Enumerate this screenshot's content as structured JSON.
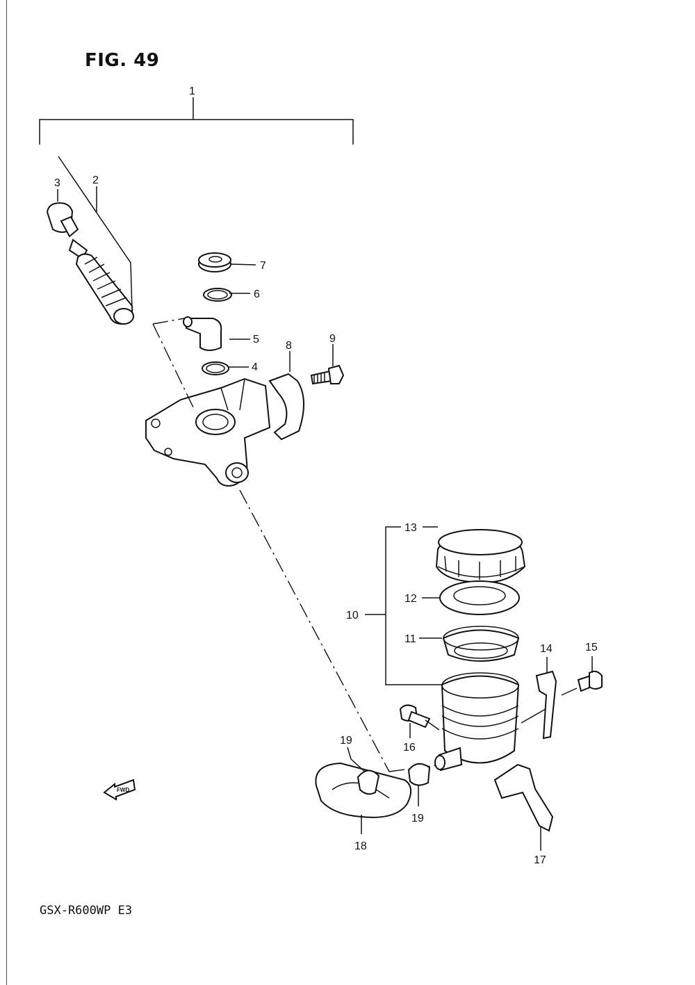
{
  "figure": {
    "title": "FIG. 49",
    "model_code": "GSX-R600WP E3",
    "fwd_label": "FWD"
  },
  "callouts": [
    {
      "id": "1",
      "text": "1"
    },
    {
      "id": "2",
      "text": "2"
    },
    {
      "id": "3",
      "text": "3"
    },
    {
      "id": "4",
      "text": "4"
    },
    {
      "id": "5",
      "text": "5"
    },
    {
      "id": "6",
      "text": "6"
    },
    {
      "id": "7",
      "text": "7"
    },
    {
      "id": "8",
      "text": "8"
    },
    {
      "id": "9",
      "text": "9"
    },
    {
      "id": "10",
      "text": "10"
    },
    {
      "id": "11",
      "text": "11"
    },
    {
      "id": "12",
      "text": "12"
    },
    {
      "id": "13",
      "text": "13"
    },
    {
      "id": "14",
      "text": "14"
    },
    {
      "id": "15",
      "text": "15"
    },
    {
      "id": "16",
      "text": "16"
    },
    {
      "id": "17",
      "text": "17"
    },
    {
      "id": "18",
      "text": "18"
    },
    {
      "id": "19a",
      "text": "19"
    },
    {
      "id": "19b",
      "text": "19"
    }
  ]
}
